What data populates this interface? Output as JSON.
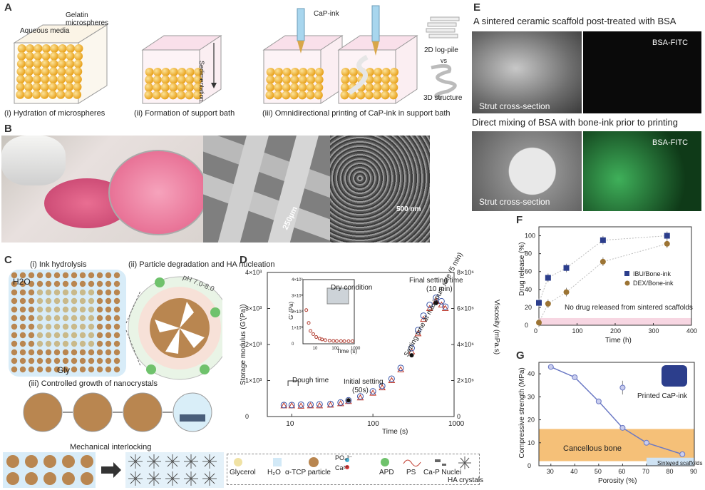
{
  "panel_a": {
    "label": "A",
    "aqueous_media": "Aqueous media",
    "gelatin_microspheres": "Gelatin microspheres",
    "cap_ink": "CaP-ink",
    "sedimentation": "Sedimentation",
    "log_pile": "2D log-pile",
    "vs": "vs",
    "structure_3d": "3D structure",
    "caption_i": "(i) Hydration of microspheres",
    "caption_ii": "(ii) Formation of support bath",
    "caption_iii": "(iii) Omnidirectional printing of CaP-ink in support bath"
  },
  "panel_b": {
    "label": "B",
    "scale_250": "250µm",
    "scale_500": "500 nm"
  },
  "panel_c": {
    "label": "C",
    "title_i": "(i) Ink hydrolysis",
    "title_ii": "(ii) Particle degradation and HA nucleation",
    "h2o": "H2O",
    "gly": "Gly",
    "ph": "pH 7.0-8.0",
    "title_iii": "(iii) Controlled growth of nanocrystals",
    "interlock": "Mechanical interlocking",
    "legend": [
      "Glycerol",
      "H₂O",
      "α-TCP particle",
      "PO₄³⁻",
      "Ca²⁺",
      "APD",
      "PS",
      "Ca-P Nuclei",
      "HA crystals"
    ]
  },
  "panel_d": {
    "label": "D",
    "ylabel_left": "Storage modulus (G'(Pa))",
    "ylabel_right": "Viscosity (mPa.s)",
    "xlabel": "Time (s)",
    "final_setting": "Final setting time",
    "final_setting_val": "(10 min)",
    "setting_max": "Setting time at maximum rate (5 min)",
    "initial_setting": "Initial setting",
    "initial_setting_val": "(50s)",
    "dough_time": "Dough time",
    "inset_title": "Dry condition",
    "inset_ylabel": "G' (Pa)",
    "inset_xlabel": "Time (s)"
  },
  "panel_e": {
    "label": "E",
    "title_top": "A sintered ceramic scaffold post-treated with BSA",
    "title_bottom": "Direct mixing of BSA with bone-ink prior to printing",
    "bsa_fitc": "BSA-FITC",
    "strut": "Strut cross-section"
  },
  "panel_f": {
    "label": "F",
    "note": "No drug released from sintered scaffolds"
  },
  "panel_g": {
    "label": "G",
    "printed": "Printed CaP-ink",
    "cancellous": "Cancellous bone",
    "sintered": "Sintered scaffolds"
  },
  "chart_data": [
    {
      "type": "line",
      "id": "D",
      "xlabel": "Time (s)",
      "x_scale": "log",
      "xlim": [
        5,
        1000
      ],
      "ylabel": "Storage modulus (G'(Pa))",
      "ylim": [
        0,
        4000
      ],
      "y2label": "Viscosity (mPa.s)",
      "y2lim": [
        0,
        8000000
      ],
      "x_ticks": [
        "10",
        "100",
        "1000"
      ],
      "y_ticks": [
        "0",
        "1×10³",
        "2×10³",
        "3×10³",
        "4×10³"
      ],
      "y2_ticks": [
        "0",
        "2×10⁶",
        "4×10⁶",
        "6×10⁶",
        "8×10⁶"
      ],
      "series": [
        {
          "marker": "triangle",
          "color": "#c0392b",
          "x": [
            8,
            10,
            13,
            17,
            22,
            30,
            40,
            50,
            70,
            100,
            130,
            170,
            220,
            300,
            360,
            420,
            500,
            600,
            700,
            780
          ],
          "y": [
            300,
            300,
            290,
            300,
            300,
            320,
            360,
            420,
            520,
            650,
            800,
            1000,
            1300,
            1800,
            2300,
            2700,
            3000,
            3200,
            3100,
            3000
          ]
        },
        {
          "marker": "circle",
          "color": "#3a55a8",
          "x": [
            8,
            10,
            13,
            17,
            22,
            30,
            40,
            50,
            70,
            100,
            130,
            170,
            220,
            300,
            360,
            420,
            500,
            600,
            700,
            780
          ],
          "y": [
            320,
            320,
            330,
            330,
            340,
            350,
            390,
            450,
            560,
            700,
            850,
            1050,
            1350,
            1900,
            2400,
            2800,
            3100,
            3300,
            3200,
            3050
          ]
        }
      ],
      "inset": {
        "title": "Dry condition",
        "xlabel": "Time (s)",
        "ylabel": "G' (Pa)",
        "x_scale": "log",
        "ylim": [
          0,
          4000
        ],
        "y_ticks": [
          "0",
          "1×10³",
          "2×10³",
          "3×10³",
          "4×10³"
        ],
        "x_ticks": [
          "10",
          "100",
          "1000"
        ],
        "x": [
          3,
          4,
          5,
          7,
          10,
          15,
          20,
          30,
          50,
          80,
          120,
          200,
          300,
          500,
          800
        ],
        "y": [
          2100,
          1300,
          800,
          600,
          420,
          320,
          270,
          230,
          200,
          180,
          170,
          165,
          160,
          160,
          160
        ]
      }
    },
    {
      "type": "scatter",
      "id": "F",
      "xlabel": "Time (h)",
      "ylabel": "Drug release (%)",
      "xlim": [
        0,
        400
      ],
      "ylim": [
        0,
        110
      ],
      "x_ticks": [
        "0",
        "100",
        "200",
        "300",
        "400"
      ],
      "y_ticks": [
        "0",
        "20",
        "40",
        "60",
        "80",
        "100"
      ],
      "legend_position": "right",
      "series": [
        {
          "name": "IBU/Bone-ink",
          "color": "#2c3e8c",
          "marker": "square",
          "x": [
            0,
            24,
            72,
            168,
            336
          ],
          "y": [
            25,
            53,
            64,
            95,
            100
          ]
        },
        {
          "name": "DEX/Bone-ink",
          "color": "#9c7434",
          "marker": "circle",
          "x": [
            0,
            24,
            72,
            168,
            336
          ],
          "y": [
            3,
            24,
            37,
            71,
            91
          ]
        }
      ]
    },
    {
      "type": "line",
      "id": "G",
      "xlabel": "Porosity (%)",
      "ylabel": "Compressive strength (MPa)",
      "xlim": [
        25,
        90
      ],
      "ylim": [
        0,
        45
      ],
      "x_ticks": [
        "30",
        "40",
        "50",
        "60",
        "70",
        "80",
        "90"
      ],
      "y_ticks": [
        "0",
        "10",
        "20",
        "30",
        "40"
      ],
      "series": [
        {
          "name": "Printed CaP-ink",
          "color": "#6a78c4",
          "x": [
            30,
            40,
            50,
            60,
            70,
            85
          ],
          "y": [
            43,
            38.5,
            28,
            16.5,
            10,
            5
          ]
        },
        {
          "name": "Printed CaP-ink",
          "color": "#6a78c4",
          "marker": "circle",
          "x": [
            60
          ],
          "y": [
            34
          ]
        }
      ],
      "bands": [
        {
          "label": "Cancellous bone",
          "y": [
            2,
            16
          ],
          "color": "#f5c078"
        },
        {
          "label": "Sintered scaffolds",
          "y": [
            0,
            3.5
          ],
          "x": [
            70,
            90
          ],
          "color": "#cfe3f4"
        }
      ]
    }
  ]
}
